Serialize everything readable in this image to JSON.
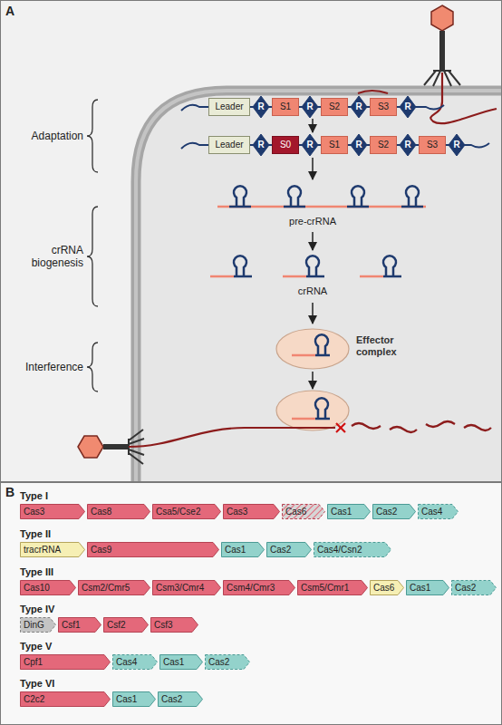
{
  "diagram": {
    "nodes": [
      {
        "text": [
          "Leader"
        ]
      },
      {
        "text": [
          "R"
        ]
      },
      {
        "text": [
          "S1"
        ]
      },
      {
        "text": [
          "R"
        ]
      },
      {
        "text": [
          "S2"
        ]
      },
      {
        "text": [
          "R"
        ]
      },
      {
        "text": [
          "S3"
        ]
      },
      {
        "text": [
          "R"
        ]
      },
      {
        "text": [
          "Leader"
        ]
      },
      {
        "text": [
          "R"
        ]
      },
      {
        "text": [
          "S0"
        ]
      },
      {
        "text": [
          "R"
        ]
      },
      {
        "text": [
          "S1"
        ]
      },
      {
        "text": [
          "R"
        ]
      },
      {
        "text": [
          "S2"
        ]
      },
      {
        "text": [
          "R"
        ]
      },
      {
        "text": [
          "S3"
        ]
      },
      {
        "text": [
          "R"
        ]
      },
      {
        "text": [
          "Effector complex"
        ]
      },
      {
        "text": [
          "Cas3"
        ]
      },
      {
        "text": [
          "Cas8"
        ]
      },
      {
        "text": [
          "Csa5/Cse2"
        ]
      },
      {
        "text": [
          "Cas3"
        ]
      },
      {
        "text": [
          "Cas6"
        ]
      },
      {
        "text": [
          "Cas1"
        ]
      },
      {
        "text": [
          "Cas2"
        ]
      },
      {
        "text": [
          "Cas4"
        ]
      },
      {
        "text": [
          "tracrRNA"
        ]
      },
      {
        "text": [
          "Cas9"
        ]
      },
      {
        "text": [
          "Cas1"
        ]
      },
      {
        "text": [
          "Cas2"
        ]
      },
      {
        "text": [
          "Cas4/Csn2"
        ]
      },
      {
        "text": [
          "Cas10"
        ]
      },
      {
        "text": [
          "Csm2/Cmr5"
        ]
      },
      {
        "text": [
          "Csm3/Cmr4"
        ]
      },
      {
        "text": [
          "Csm4/Cmr3"
        ]
      },
      {
        "text": [
          "Csm5/Cmr1"
        ]
      },
      {
        "text": [
          "Cas6"
        ]
      },
      {
        "text": [
          "Cas1"
        ]
      },
      {
        "text": [
          "Cas2"
        ]
      },
      {
        "text": [
          "DinG"
        ]
      },
      {
        "text": [
          "Csf1"
        ]
      },
      {
        "text": [
          "Csf2"
        ]
      },
      {
        "text": [
          "Csf3"
        ]
      },
      {
        "text": [
          "Cpf1"
        ]
      },
      {
        "text": [
          "Cas4"
        ]
      },
      {
        "text": [
          "Cas1"
        ]
      },
      {
        "text": [
          "Cas2"
        ]
      },
      {
        "text": [
          "C2c2"
        ]
      },
      {
        "text": [
          "Cas1"
        ]
      },
      {
        "text": [
          "Cas2"
        ]
      }
    ],
    "labels": [
      "A",
      "Adaptation",
      "crRNA biogenesis",
      "pre-crRNA",
      "crRNA",
      "Interference",
      "B",
      "Type I",
      "Type II",
      "Type III",
      "Type IV",
      "Type V",
      "Type VI"
    ]
  }
}
